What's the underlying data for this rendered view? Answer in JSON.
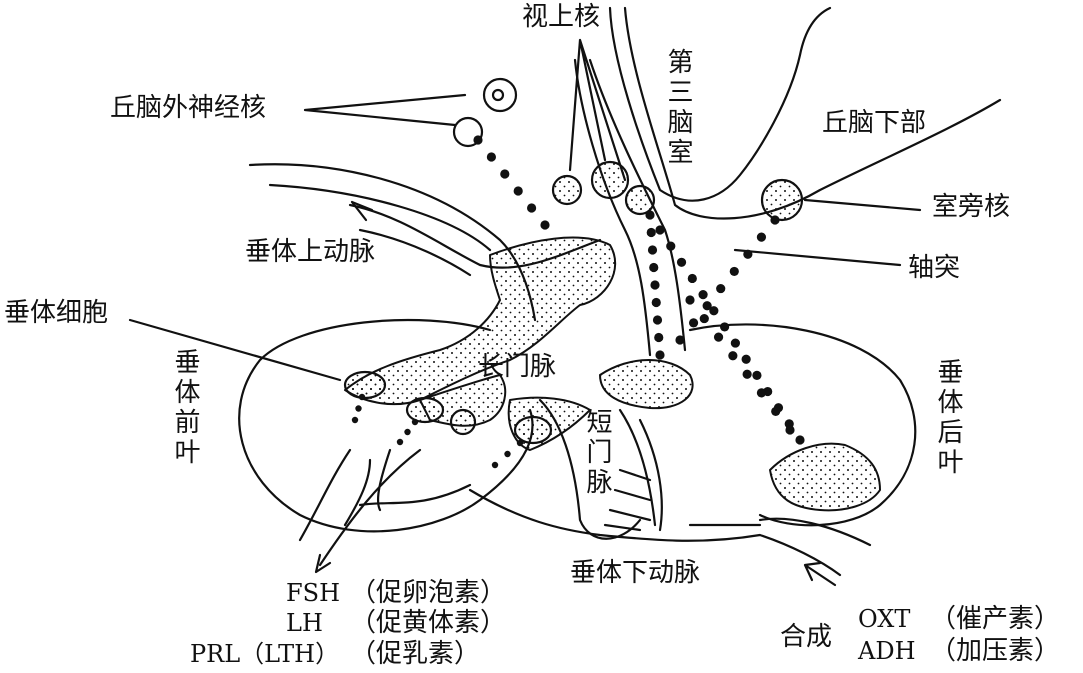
{
  "labels": {
    "supraoptic": "视上核",
    "third_ventricle": "第三脑室",
    "hypothalamus_neuro": "丘脑外神经核",
    "hypothalamus_lower": "丘脑下部",
    "paraventricular": "室旁核",
    "axon": "轴突",
    "superior_hypophyseal_artery": "垂体上动脉",
    "pituitary_cell": "垂体细胞",
    "long_portal": "长门脉",
    "anterior_lobe": "垂体前叶",
    "short_portal": "短门脉",
    "posterior_lobe": "垂体后叶",
    "inferior_hypophyseal_artery": "垂体下动脉",
    "synthesis": "合成"
  },
  "hormones_left": [
    {
      "abbr": "FSH",
      "name": "（促卵泡素）"
    },
    {
      "abbr": "LH",
      "name": "（促黄体素）"
    },
    {
      "abbr": "PRL（LTH）",
      "name": "（促乳素）"
    }
  ],
  "hormones_right": [
    {
      "abbr": "OXT",
      "name": "（催产素）"
    },
    {
      "abbr": "ADH",
      "name": "（加压素）"
    }
  ],
  "colors": {
    "ink": "#111111",
    "background": "#ffffff"
  }
}
